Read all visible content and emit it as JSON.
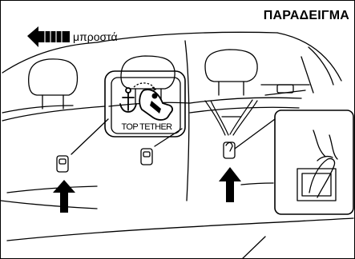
{
  "figure": {
    "title": "ΠΑΡΑΔΕΙΓΜΑ",
    "front_label": "μπροστά",
    "tether_label": "TOP TETHER"
  },
  "colors": {
    "line": "#000000",
    "background": "#ffffff"
  },
  "icons": {
    "direction_arrow": "arrow-left-icon",
    "symbol": "top-tether-anchor-icon",
    "pointers": "arrow-up-icon"
  }
}
